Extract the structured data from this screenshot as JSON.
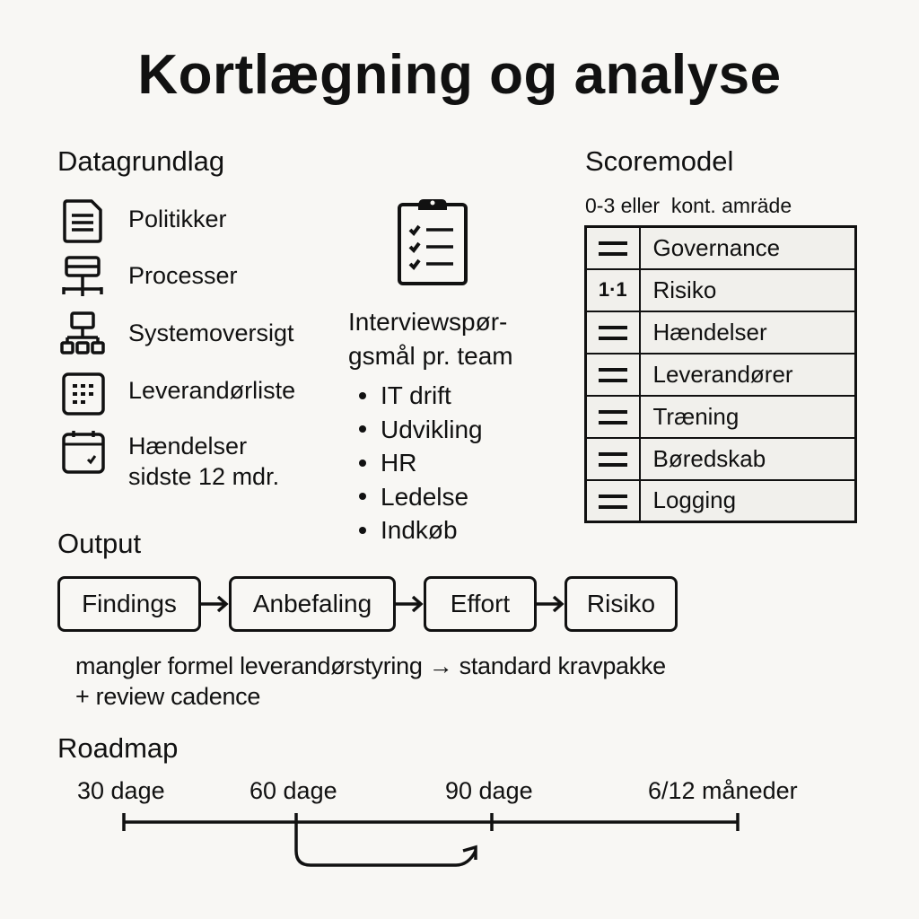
{
  "title": "Kortlægning og analyse",
  "datagrundlag": {
    "heading": "Datagrundlag",
    "items": [
      {
        "icon": "document-icon",
        "label": "Politikker"
      },
      {
        "icon": "process-icon",
        "label": "Processer"
      },
      {
        "icon": "hierarchy-icon",
        "label": "Systemoversigt"
      },
      {
        "icon": "grid-list-icon",
        "label": "Leverandørliste"
      },
      {
        "icon": "calendar-check-icon",
        "label": "Hændelser",
        "label2": "sidste 12 mdr."
      }
    ]
  },
  "interview": {
    "icon": "clipboard-checklist-icon",
    "heading_line1": "Interviewspør-",
    "heading_line2": "gsmål pr. team",
    "teams": [
      "IT drift",
      "Udvikling",
      "HR",
      "Ledelse",
      "Indkøb"
    ]
  },
  "scoremodel": {
    "heading": "Scoremodel",
    "subtitle_a": "0-3 eller",
    "subtitle_b": "kont. amräde",
    "rows": [
      {
        "mark": "=",
        "label": "Governance"
      },
      {
        "mark": "1·1",
        "label": "Risiko"
      },
      {
        "mark": "=",
        "label": "Hændelser"
      },
      {
        "mark": "=",
        "label": "Leverandører"
      },
      {
        "mark": "=",
        "label": "Træning"
      },
      {
        "mark": "=",
        "label": "Børedskab"
      },
      {
        "mark": "=",
        "label": "Logging"
      }
    ]
  },
  "output": {
    "heading": "Output",
    "steps": [
      "Findings",
      "Anbefaling",
      "Effort",
      "Risiko"
    ],
    "note_line1": "mangler formel leverandørstyring → standard kravpakke",
    "note_line2": "+ review cadence"
  },
  "roadmap": {
    "heading": "Roadmap",
    "milestones": [
      "30 dage",
      "60 dage",
      "90 dage",
      "6/12 måneder"
    ]
  },
  "colors": {
    "background": "#f8f7f4",
    "ink": "#111111",
    "table_fill": "#f1f0ec"
  }
}
